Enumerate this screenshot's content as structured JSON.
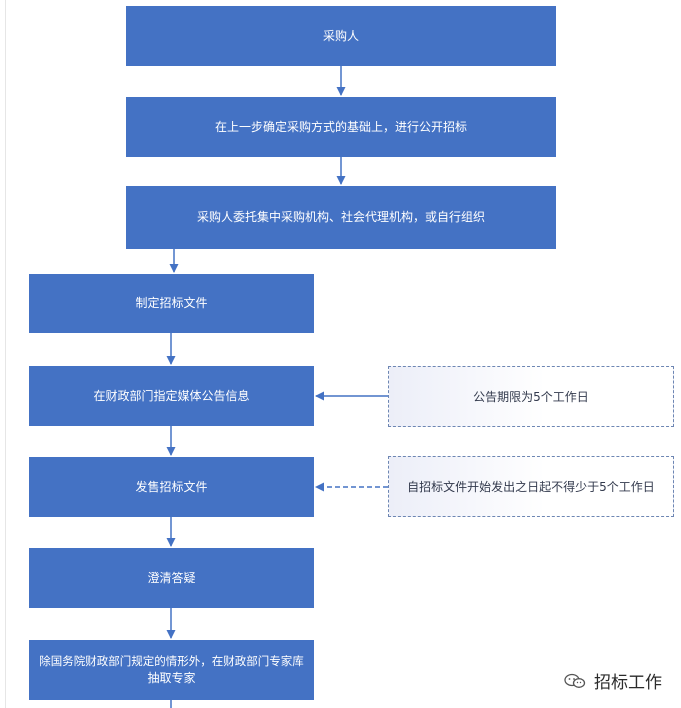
{
  "flow": {
    "step1": "采购人",
    "step2": "在上一步确定采购方式的基础上，进行公开招标",
    "step3": "采购人委托集中采购机构、社会代理机构，或自行组织",
    "step4": "制定招标文件",
    "step5": "在财政部门指定媒体公告信息",
    "step6": "发售招标文件",
    "step7": "澄清答疑",
    "step8_line1": "除国务院财政部门规定的情形外，在财政部门专家库",
    "step8_line2": "抽取专家"
  },
  "notes": {
    "announce_period": "公告期限为5个工作日",
    "sale_period": "自招标文件开始发出之日起不得少于5个工作日"
  },
  "watermark": {
    "text": "招标工作",
    "icon": "wechat-icon"
  },
  "colors": {
    "box_fill": "#4472c4",
    "arrow": "#4472c4",
    "note_border": "#6d86b3"
  }
}
